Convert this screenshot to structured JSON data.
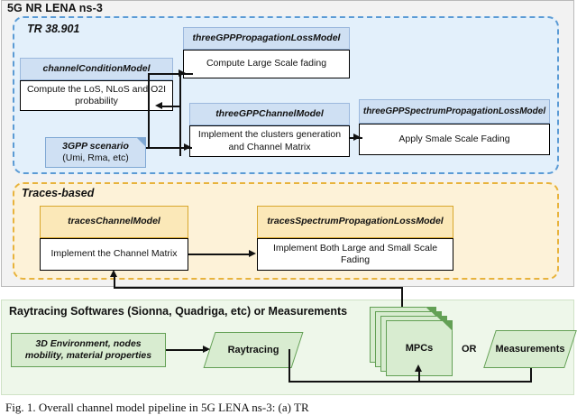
{
  "figure": {
    "caption": "Fig. 1.   Overall channel model pipeline in 5G LENA ns-3: (a) TR"
  },
  "panel_5g": {
    "title": "5G NR LENA ns-3",
    "regions": {
      "tr": {
        "title": "TR 38.901",
        "boxes": [
          {
            "id": "channel-condition-model",
            "header": "channelConditionModel",
            "body": "Compute the LoS, NLoS and O2I probability"
          },
          {
            "id": "three-gpp-propagation-loss-model",
            "header": "threeGPPPropagationLossModel",
            "body": "Compute Large Scale fading"
          },
          {
            "id": "three-gpp-channel-model",
            "header": "threeGPPChannelModel",
            "body": "Implement the clusters generation and Channel Matrix"
          },
          {
            "id": "three-gpp-spectrum-propagation-loss-model",
            "header": "threeGPPSpectrumPropagationLossModel",
            "body": "Apply Smale Scale Fading"
          }
        ],
        "note": {
          "line1": "3GPP scenario",
          "line2": "(Umi, Rma, etc)"
        }
      },
      "traces": {
        "title": "Traces-based",
        "boxes": [
          {
            "id": "traces-channel-model",
            "header": "tracesChannelModel",
            "body": "Implement the Channel Matrix"
          },
          {
            "id": "traces-spectrum-propagation-loss-model",
            "header": "tracesSpectrumPropagationLossModel",
            "body": "Implement Both Large and Small Scale Fading"
          }
        ]
      }
    }
  },
  "panel_raytracing": {
    "title": "Raytracing Softwares (Sionna, Quadriga, etc) or Measurements",
    "environment": {
      "line1": "3D Environment, nodes",
      "line2": "mobility, material properties"
    },
    "raytracing_label": "Raytracing",
    "mpcs_label": "MPCs",
    "or_label": "OR",
    "measurements_label": "Measurements"
  },
  "colors": {
    "blue_region_bg": "#e3f0fb",
    "blue_region_border": "#5b9bd5",
    "blue_header": "#cfe0f3",
    "gold_region_bg": "#fdf2d8",
    "gold_region_border": "#e8b33c",
    "gold_header": "#fbe8b8",
    "green_panel_bg": "#eef7ea",
    "green_shape_bg": "#d8ecd0",
    "green_shape_border": "#63a055",
    "outer_panel_bg": "#f2f2f2",
    "connector": "#111111"
  }
}
